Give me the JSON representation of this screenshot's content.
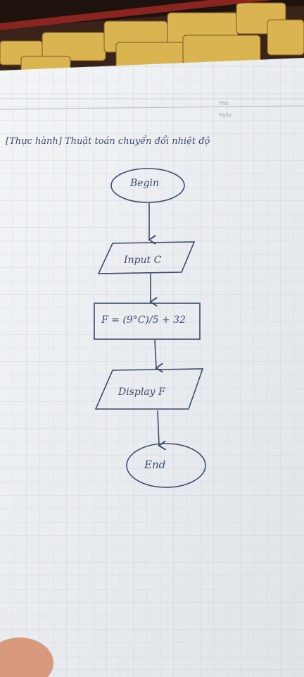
{
  "page": {
    "header_thu": "Thứ",
    "header_ngay": "Ngày",
    "title": "[Thực hành] Thuật toán chuyển đổi nhiệt độ"
  },
  "flowchart": {
    "begin": "Begin",
    "input": "Input C",
    "process": "F = (9°C)/5 + 32",
    "display": "Display F",
    "end": "End"
  },
  "colors": {
    "paper": "#f0f2f4",
    "grid": "#c5ccd6",
    "ink": "#3d4a6a",
    "mat": "#d8b24c",
    "dark": "#2a1a14"
  }
}
